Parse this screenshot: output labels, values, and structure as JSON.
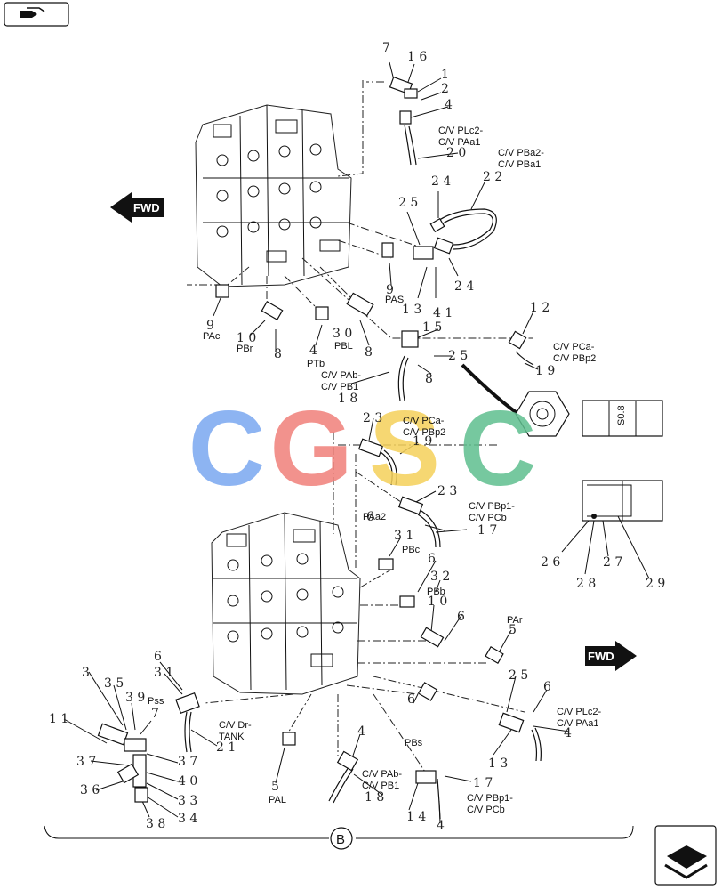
{
  "fwd_label": "FWD",
  "section_label": "B",
  "nav": {
    "prev_icon": "prev-page-icon",
    "next_icon": "next-page-icon"
  },
  "watermark": {
    "letters": [
      "C",
      "G",
      "S",
      "C"
    ],
    "colors": [
      "#7aa7f0",
      "#f07f7a",
      "#f5d15a",
      "#5fbf8f"
    ]
  },
  "callouts": [
    {
      "t": "7"
    },
    {
      "t": "1 6"
    },
    {
      "t": "1"
    },
    {
      "t": "2"
    },
    {
      "t": "4"
    },
    {
      "t": "2 0"
    },
    {
      "t": "2 4"
    },
    {
      "t": "2 2"
    },
    {
      "t": "2 5"
    },
    {
      "t": "2 4"
    },
    {
      "t": "1 3"
    },
    {
      "t": "4 1"
    },
    {
      "t": "9"
    },
    {
      "t": "9"
    },
    {
      "t": "1 0"
    },
    {
      "t": "8"
    },
    {
      "t": "3 0"
    },
    {
      "t": "8"
    },
    {
      "t": "4"
    },
    {
      "t": "1 5"
    },
    {
      "t": "2 5"
    },
    {
      "t": "8"
    },
    {
      "t": "1 8"
    },
    {
      "t": "1 2"
    },
    {
      "t": "1 9"
    },
    {
      "t": "2 3"
    },
    {
      "t": "1 9"
    },
    {
      "t": "2 3"
    },
    {
      "t": "6"
    },
    {
      "t": "1 7"
    },
    {
      "t": "3 1"
    },
    {
      "t": "6"
    },
    {
      "t": "3 2"
    },
    {
      "t": "1 0"
    },
    {
      "t": "6"
    },
    {
      "t": "5"
    },
    {
      "t": "2 5"
    },
    {
      "t": "6"
    },
    {
      "t": "4"
    },
    {
      "t": "1 3"
    },
    {
      "t": "6"
    },
    {
      "t": "6"
    },
    {
      "t": "3 1"
    },
    {
      "t": "2 1"
    },
    {
      "t": "3"
    },
    {
      "t": "3 5"
    },
    {
      "t": "3 9"
    },
    {
      "t": "7"
    },
    {
      "t": "1 1"
    },
    {
      "t": "3 7"
    },
    {
      "t": "3 7"
    },
    {
      "t": "4 0"
    },
    {
      "t": "3 6"
    },
    {
      "t": "3 3"
    },
    {
      "t": "3 8"
    },
    {
      "t": "3 4"
    },
    {
      "t": "4"
    },
    {
      "t": "5"
    },
    {
      "t": "1 8"
    },
    {
      "t": "1 7"
    },
    {
      "t": "1 4"
    },
    {
      "t": "4"
    },
    {
      "t": "2 6"
    },
    {
      "t": "2 8"
    },
    {
      "t": "2 7"
    },
    {
      "t": "2 9"
    }
  ],
  "labels": [
    {
      "lines": [
        "C/V PLc2-",
        "C/V PAa1"
      ]
    },
    {
      "lines": [
        "C/V PBa2-",
        "C/V PBa1"
      ]
    },
    {
      "lines": [
        "PAS"
      ]
    },
    {
      "lines": [
        "PAc"
      ]
    },
    {
      "lines": [
        "PBr"
      ]
    },
    {
      "lines": [
        "PBL"
      ]
    },
    {
      "lines": [
        "PTb"
      ]
    },
    {
      "lines": [
        "C/V PAb-",
        "C/V PB1"
      ]
    },
    {
      "lines": [
        "C/V PCa-",
        "C/V PBp2"
      ]
    },
    {
      "lines": [
        "C/V PCa-",
        "C/V PBp2"
      ]
    },
    {
      "lines": [
        "C/V PBp1-",
        "C/V PCb"
      ]
    },
    {
      "lines": [
        "PAa2"
      ]
    },
    {
      "lines": [
        "PBc"
      ]
    },
    {
      "lines": [
        "PBb"
      ]
    },
    {
      "lines": [
        "PAr"
      ]
    },
    {
      "lines": [
        "Pss"
      ]
    },
    {
      "lines": [
        "C/V Dr-",
        "TANK"
      ]
    },
    {
      "lines": [
        "C/V PLc2-",
        "C/V PAa1"
      ]
    },
    {
      "lines": [
        "PBs"
      ]
    },
    {
      "lines": [
        "PAL"
      ]
    },
    {
      "lines": [
        "C/V PAb-",
        "C/V PB1"
      ]
    },
    {
      "lines": [
        "C/V PBp1-",
        "C/V PCb"
      ]
    }
  ],
  "detail_stamp": "S0.8"
}
